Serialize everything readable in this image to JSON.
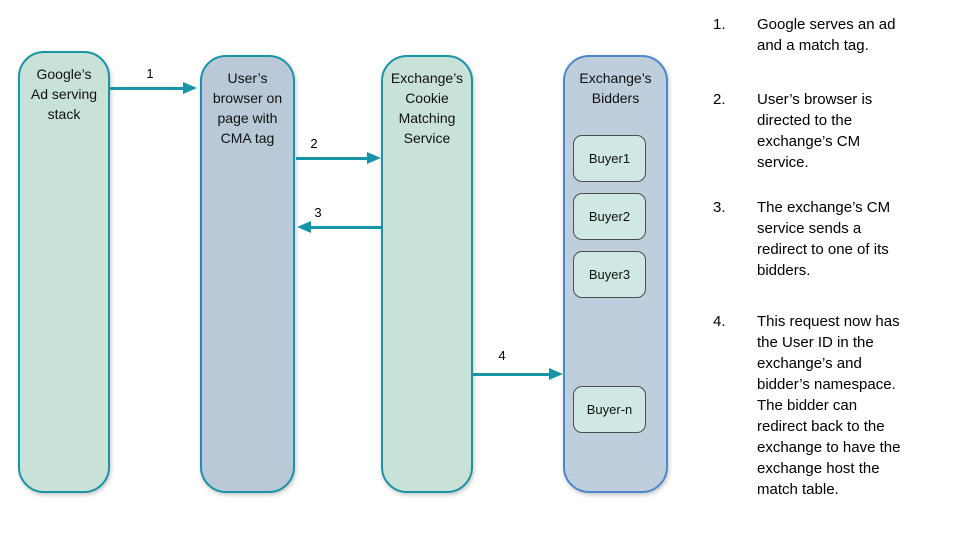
{
  "colors": {
    "node_green_fill": "#c9e2d8",
    "node_bluegray_fill": "#b9c9d7",
    "bidders_fill": "#bfcedd",
    "teal_border_arrow": "#1795a7",
    "bidders_border_blue": "#4c87c9",
    "buyer_fill": "#cfe8e3",
    "text": "#000000"
  },
  "diagram": {
    "nodes": [
      {
        "label": "Google’s\nAd serving\nstack"
      },
      {
        "label": "User’s\nbrowser on\npage with\nCMA tag"
      },
      {
        "label": "Exchange’s\nCookie\nMatching\nService"
      },
      {
        "label": "Exchange’s\nBidders"
      }
    ],
    "buyers": [
      {
        "label": "Buyer1"
      },
      {
        "label": "Buyer2"
      },
      {
        "label": "Buyer3"
      },
      {
        "label": "Buyer-n"
      }
    ],
    "arrows": [
      {
        "label": "1"
      },
      {
        "label": "2"
      },
      {
        "label": "3"
      },
      {
        "label": "4"
      }
    ]
  },
  "steps": [
    {
      "num": "1.",
      "text": "Google serves an ad\nand a match tag."
    },
    {
      "num": "2.",
      "text": "User’s browser is\ndirected to the\nexchange’s CM\nservice."
    },
    {
      "num": "3.",
      "text": "The exchange’s CM\nservice sends a\nredirect to one of its\nbidders."
    },
    {
      "num": "4.",
      "text": "This request now has\nthe User ID in the\nexchange’s and\nbidder’s namespace.\nThe bidder can\nredirect back to the\nexchange to have the\nexchange host the\nmatch table."
    }
  ]
}
